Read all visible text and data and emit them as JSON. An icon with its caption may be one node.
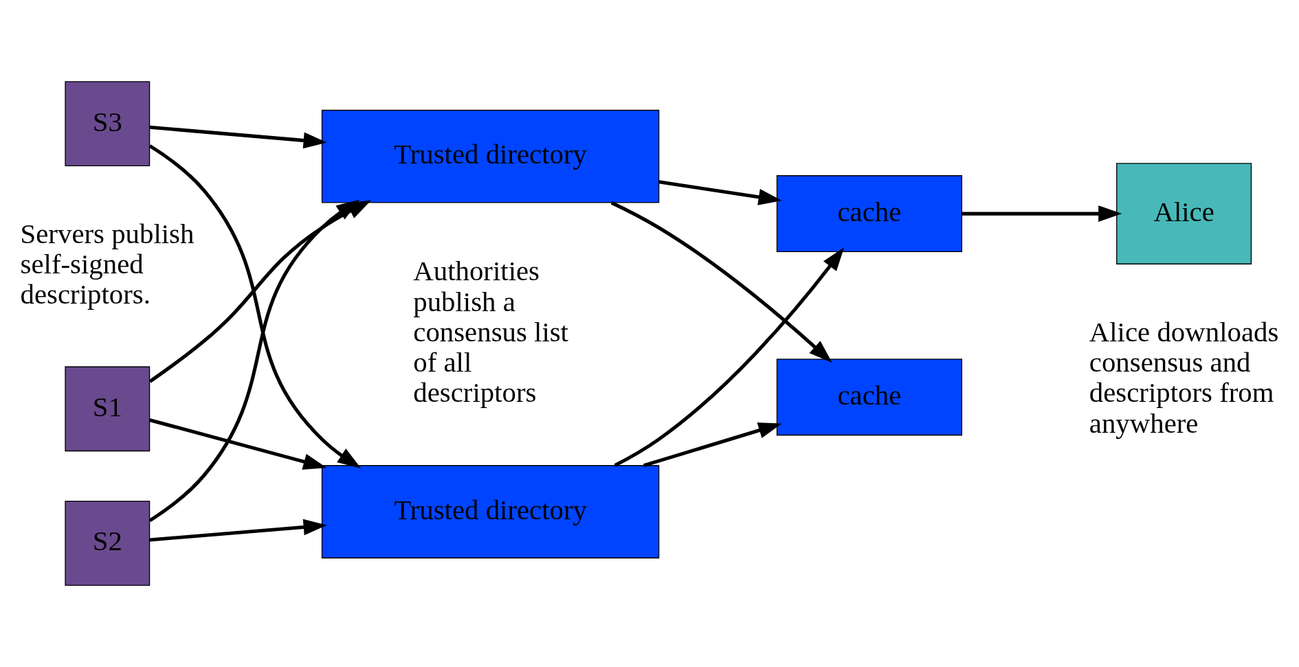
{
  "diagram": {
    "nodes": [
      {
        "text": [
          "S1"
        ]
      },
      {
        "text": [
          "S2"
        ]
      },
      {
        "text": [
          "S3"
        ]
      },
      {
        "text": [
          "Trusted directory"
        ]
      },
      {
        "text": [
          "Trusted directory"
        ]
      },
      {
        "text": [
          "cache"
        ]
      },
      {
        "text": [
          "cache"
        ]
      },
      {
        "text": [
          "Alice"
        ]
      }
    ],
    "edges": [
      {
        "from": 0,
        "to": 3,
        "arrow": "to"
      },
      {
        "from": 0,
        "to": 4,
        "arrow": "to"
      },
      {
        "from": 1,
        "to": 3,
        "arrow": "to"
      },
      {
        "from": 1,
        "to": 4,
        "arrow": "to"
      },
      {
        "from": 2,
        "to": 3,
        "arrow": "to"
      },
      {
        "from": 2,
        "to": 4,
        "arrow": "to"
      },
      {
        "from": 3,
        "to": 5,
        "arrow": "to"
      },
      {
        "from": 3,
        "to": 6,
        "arrow": "to"
      },
      {
        "from": 4,
        "to": 5,
        "arrow": "to"
      },
      {
        "from": 4,
        "to": 6,
        "arrow": "to"
      },
      {
        "from": 5,
        "to": 7,
        "arrow": "to"
      }
    ],
    "labels": [
      "Servers publish self-signed descriptors.",
      "Authorities publish a consensus list of all descriptors",
      "Alice downloads consensus and descriptors from anywhere"
    ]
  }
}
